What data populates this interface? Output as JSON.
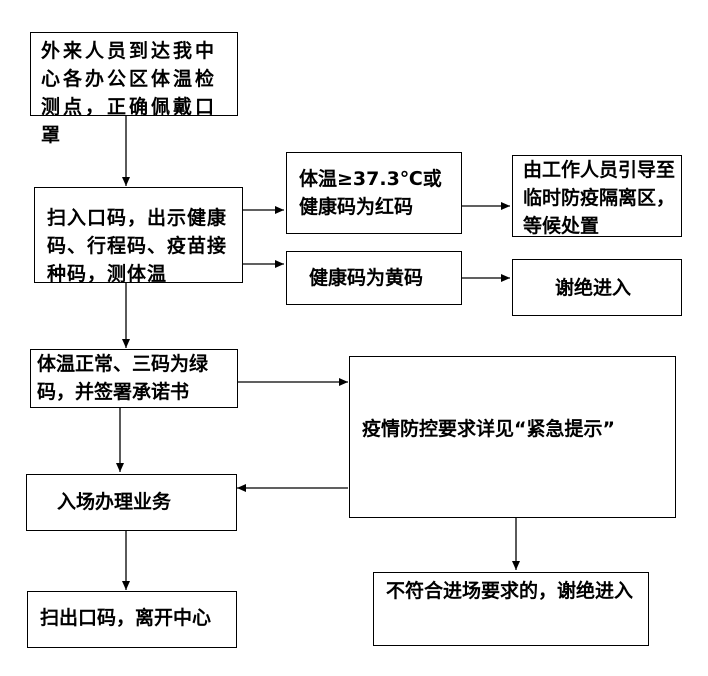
{
  "flowchart": {
    "step_arrive": "外来人员到达我中心各办公区体温检测点，正确佩戴口罩",
    "step_scan": "扫入口码，出示健康码、行程码、疫苗接种码，测体温",
    "cond_red": "体温≥37.3℃或健康码为红码",
    "action_isolate": "由工作人员引导至临时防疫隔离区，等候处置",
    "cond_yellow": "健康码为黄码",
    "action_refuse": "谢绝进入",
    "cond_green": "体温正常、三码为绿码，并签署承诺书",
    "notice": "疫情防控要求详见“紧急提示”",
    "step_business": "入场办理业务",
    "step_exit": "扫出口码，离开中心",
    "noncompliant": "不符合进场要求的，谢绝进入"
  }
}
